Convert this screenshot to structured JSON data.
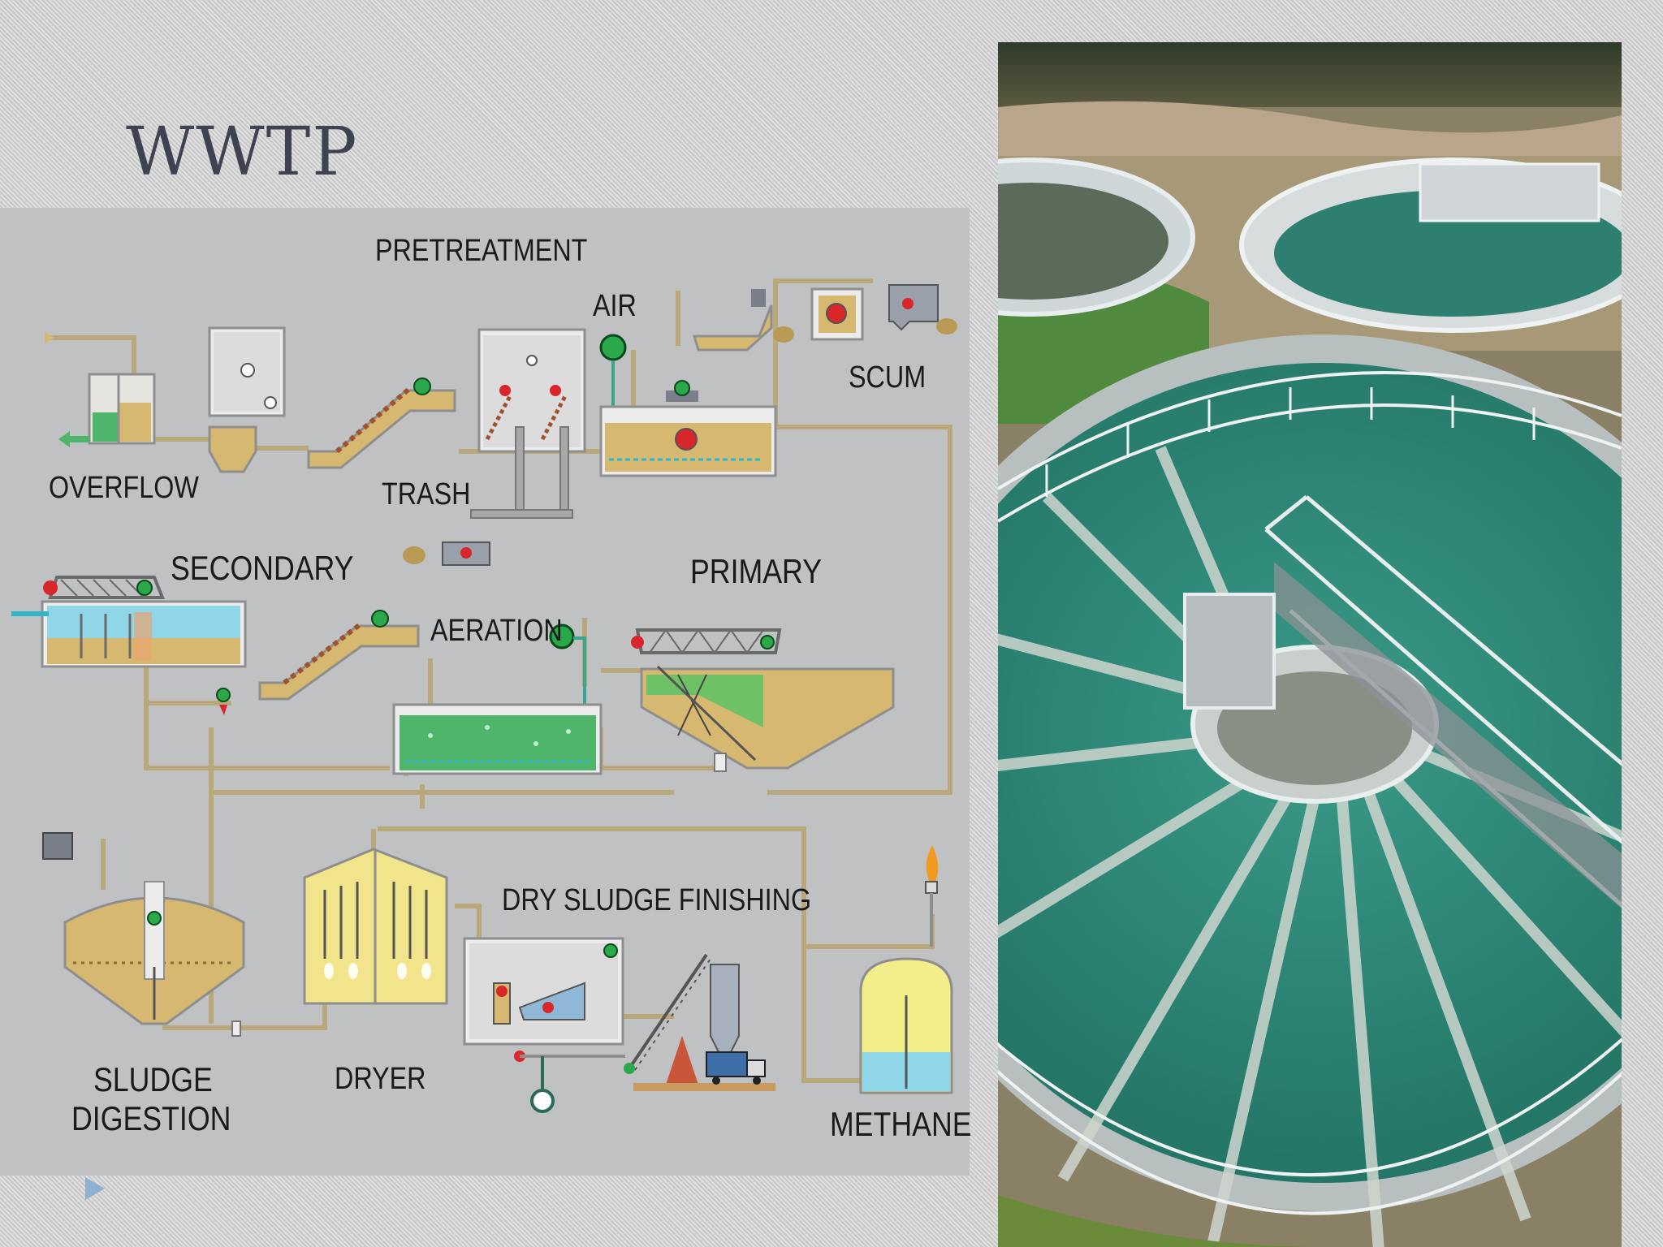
{
  "slide": {
    "title": "WWTP"
  },
  "diagram": {
    "labels": {
      "pretreatment": "PRETREATMENT",
      "air": "AIR",
      "scum": "SCUM",
      "overflow": "OVERFLOW",
      "trash": "TRASH",
      "secondary": "SECONDARY",
      "primary": "PRIMARY",
      "aeration": "AERATION",
      "dry_sludge_finishing": "DRY SLUDGE FINISHING",
      "sludge_digestion_line1": "SLUDGE",
      "sludge_digestion_line2": "DIGESTION",
      "dryer": "DRYER",
      "methane": "METHANE"
    }
  },
  "photo": {
    "subject": "circular-clarifier-tanks"
  },
  "colors": {
    "panel_bg": "#c0c1c3",
    "pipe": "#b8a87a",
    "tank_sludge": "#d6b870",
    "water_green": "#4fb56a",
    "water_blue": "#8fd6e8",
    "clarifier_water": "#2e8a78"
  },
  "nav": {
    "icon": "triangle-right-icon"
  }
}
